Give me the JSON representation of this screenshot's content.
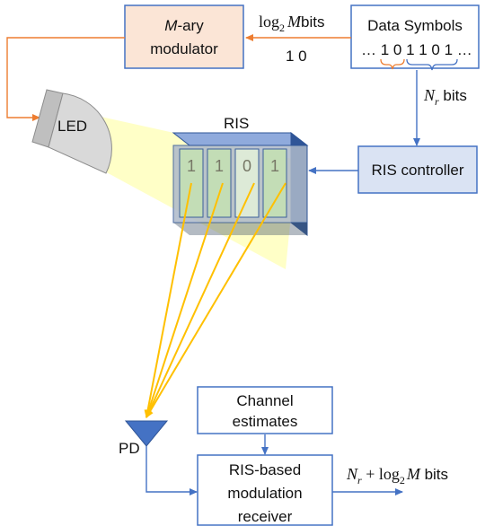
{
  "modulator": {
    "line1_italic": "M",
    "line1_rest": "-ary",
    "line2": "modulator"
  },
  "mod_bits_label": {
    "log": "log",
    "sub": "2",
    "m": "M",
    "bits": "bits"
  },
  "mod_bits_value": "1 0",
  "data_symbols": {
    "title": "Data Symbols",
    "sequence": "… 1 0 1 1 0 1 …"
  },
  "nr_label": {
    "n": "N",
    "sub": "r",
    "bits": " bits"
  },
  "led_label": "LED",
  "ris_label": "RIS",
  "ris_elements": [
    "1",
    "1",
    "0",
    "1"
  ],
  "ris_controller": "RIS controller",
  "channel_estimates": {
    "line1": "Channel",
    "line2": "estimates"
  },
  "pd_label": "PD",
  "receiver": {
    "line1": "RIS-based",
    "line2": "modulation",
    "line3": "receiver"
  },
  "output_label": {
    "n": "N",
    "sub": "r",
    "plus": " + log",
    "sub2": "2",
    "m": "M",
    "bits": " bits"
  },
  "colors": {
    "modulator_fill": "#fbe5d6",
    "box_fill": "#dae3f3",
    "blue_stroke": "#4472c4",
    "orange_arrow": "#ed7d31",
    "beam": "#ffc000",
    "light_cone": "#ffffb0"
  }
}
